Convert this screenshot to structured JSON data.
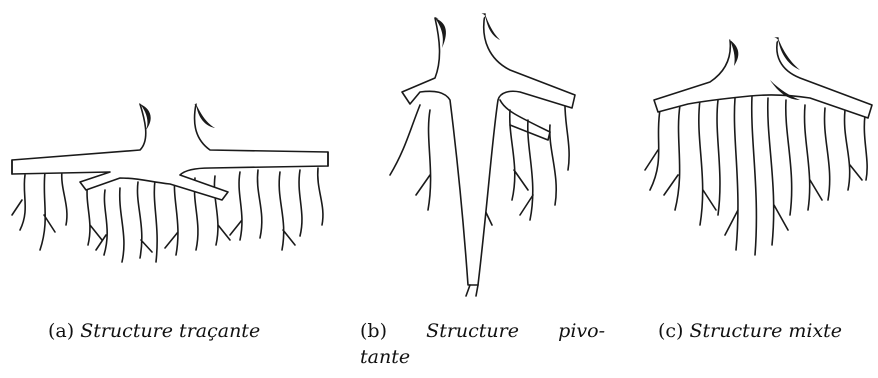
{
  "subfigures": [
    {
      "label": "(a)",
      "caption": "Structure traçante",
      "illustration": "shallow-spreading-root-system"
    },
    {
      "label": "(b)",
      "caption_line1_a": "Structure",
      "caption_line1_b": "pivo-",
      "caption_line2": "tante",
      "illustration": "taproot-system"
    },
    {
      "label": "(c)",
      "caption": "Structure mixte",
      "illustration": "mixed-root-system"
    }
  ]
}
